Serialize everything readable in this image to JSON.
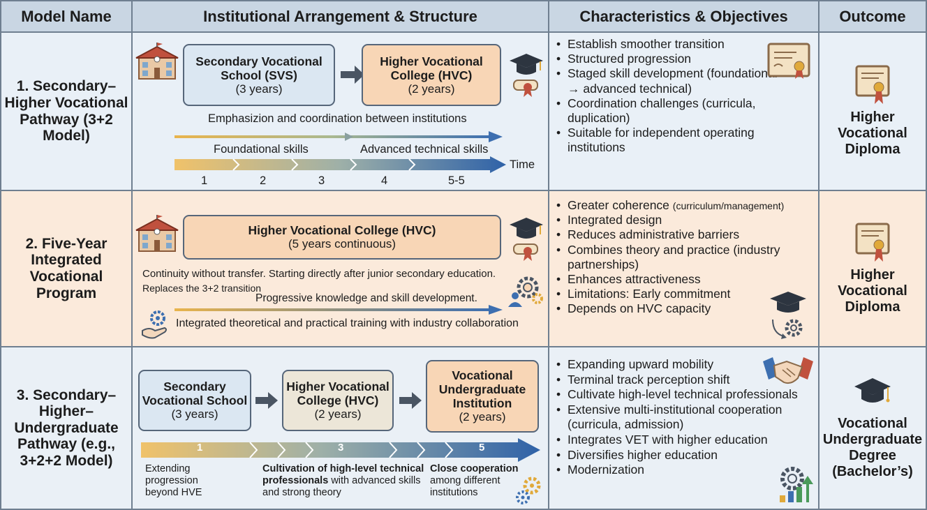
{
  "header": {
    "model": "Model Name",
    "arrangement": "Institutional Arrangement & Structure",
    "characteristics": "Characteristics & Objectives",
    "outcome": "Outcome"
  },
  "row1": {
    "model_name": "1. Secondary–Higher Vocational Pathway (3+2 Model)",
    "box1_title": "Secondary Vocational School (SVS)",
    "box1_years": "(3 years)",
    "box2_title": "Higher Vocational College (HVC)",
    "box2_years": "(2 years)",
    "coordination": "Emphasizion and coordination between institutions",
    "foundational": "Foundational skills",
    "advanced": "Advanced technical skills",
    "time_label": "Time",
    "ticks": [
      "1",
      "2",
      "3",
      "4",
      "5-5"
    ],
    "bullets": [
      "Establish smoother transition",
      "Structured progression",
      "Staged skill development (foundational → advanced technical)",
      "Coordination challenges (curricula, duplication)",
      "Suitable for independent operating institutions"
    ],
    "outcome": "Higher Vocational Diploma"
  },
  "row2": {
    "model_name": "2. Five-Year Integrated Vocational Program",
    "box_title": "Higher Vocational College (HVC)",
    "box_years": "(5 years continuous)",
    "continuity": "Continuity without transfer. Starting directly after junior secondary education.",
    "replaces": "Replaces the 3+2 transition",
    "progressive": "Progressive knowledge and skill development.",
    "integrated": "Integrated theoretical and practical training with industry collaboration",
    "bullet1_main": "Greater coherence",
    "bullet1_small": "(curriculum/management)",
    "bullets": [
      "Integrated design",
      "Reduces administrative barriers",
      "Combines theory and practice (industry partnerships)",
      "Enhances attractiveness",
      "Limitations: Early commitment",
      "Depends on HVC capacity"
    ],
    "outcome": "Higher Vocational Diploma"
  },
  "row3": {
    "model_name": "3. Secondary–Higher–Undergraduate Pathway (e.g., 3+2+2 Model)",
    "box1_title": "Secondary Vocational School",
    "box1_years": "(3 years)",
    "box2_title": "Higher Vocational College (HVC)",
    "box2_years": "(2 years)",
    "box3_title": "Vocational Undergraduate Institution",
    "box3_years": "(2 years)",
    "ticks": [
      "1",
      "3",
      "5"
    ],
    "note1": "Extending progression beyond HVE",
    "note2_bold": "Cultivation of high-level technical professionals",
    "note2_rest": "with advanced skills and strong theory",
    "note3_bold": "Close cooperation",
    "note3_rest": "among different institutions",
    "bullets": [
      "Expanding upward mobility",
      "Terminal track perception shift",
      "Cultivate high-level technical professionals",
      "Extensive multi-institutional cooperation (curricula, admission)",
      "Integrates VET with higher education",
      "Diversifies higher education",
      "Modernization"
    ],
    "outcome": "Vocational Undergraduate Degree (Bachelor’s)"
  },
  "colors": {
    "header_bg": "#c9d6e3",
    "row1_bg": "#e9f0f7",
    "row2_bg": "#fbeadb",
    "row3_bg": "#eaf0f6",
    "box_blue": "#dbe7f2",
    "box_peach": "#f8d6b6",
    "arrow_gold": "#e9b44c",
    "arrow_blue": "#3d6fb0"
  },
  "icons": [
    "school-building-icon",
    "graduation-cap-icon",
    "diploma-scroll-icon",
    "certificate-icon",
    "gears-people-icon",
    "hand-gear-icon",
    "cap-gear-cycle-icon",
    "handshake-icon",
    "gear-growth-icon",
    "arrow-right-icon"
  ]
}
